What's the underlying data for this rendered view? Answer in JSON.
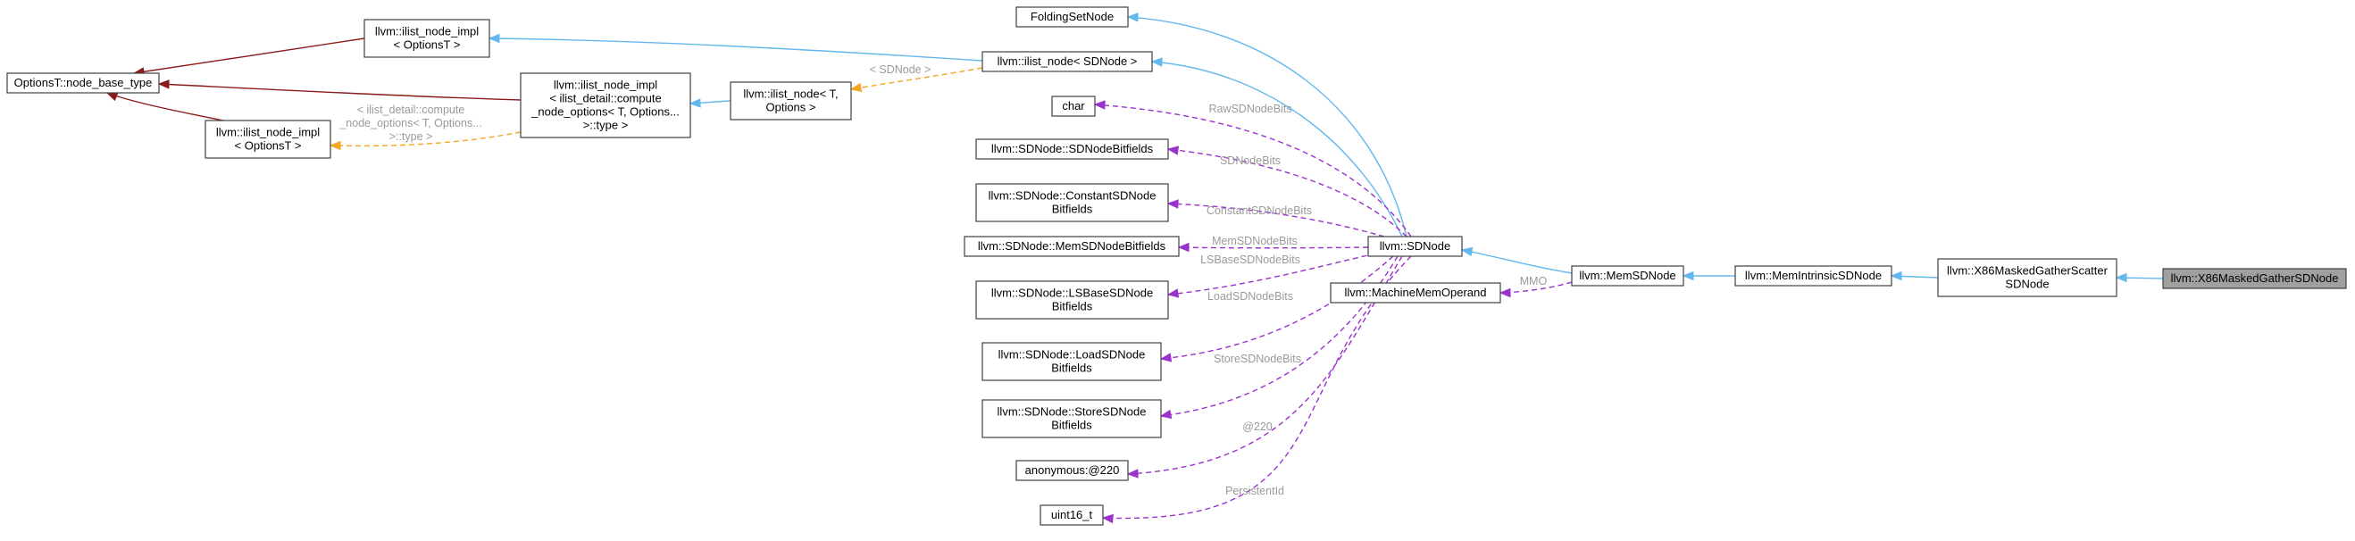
{
  "colors": {
    "inherit_public": "#63b8ee",
    "inherit_base": "#8b1a1a",
    "member": "#9a32cd",
    "template": "#f5a623",
    "label": "#9a9a9a",
    "highlight_fill": "#a0a0a0"
  },
  "nodes": [
    {
      "id": "n_options",
      "lines": [
        "OptionsT::node_base_type"
      ],
      "highlight": false
    },
    {
      "id": "n_ilist_impl_top",
      "lines": [
        "llvm::ilist_node_impl",
        "< OptionsT >"
      ],
      "highlight": false
    },
    {
      "id": "n_ilist_impl_mid",
      "lines": [
        "llvm::ilist_node_impl",
        "< ilist_detail::compute",
        "_node_options< T, Options...",
        ">::type >"
      ],
      "highlight": false
    },
    {
      "id": "n_ilist_impl_bot",
      "lines": [
        "llvm::ilist_node_impl",
        "< OptionsT >"
      ],
      "highlight": false
    },
    {
      "id": "n_ilist_node_t",
      "lines": [
        "llvm::ilist_node< T,",
        "Options >"
      ],
      "highlight": false
    },
    {
      "id": "n_folding",
      "lines": [
        "FoldingSetNode"
      ],
      "highlight": false
    },
    {
      "id": "n_ilist_sdnode",
      "lines": [
        "llvm::ilist_node< SDNode >"
      ],
      "highlight": false
    },
    {
      "id": "n_char",
      "lines": [
        "char"
      ],
      "highlight": false
    },
    {
      "id": "n_sdbitfields",
      "lines": [
        "llvm::SDNode::SDNodeBitfields"
      ],
      "highlight": false
    },
    {
      "id": "n_constbits",
      "lines": [
        "llvm::SDNode::ConstantSDNode",
        "Bitfields"
      ],
      "highlight": false
    },
    {
      "id": "n_membits",
      "lines": [
        "llvm::SDNode::MemSDNodeBitfields"
      ],
      "highlight": false
    },
    {
      "id": "n_lsbits",
      "lines": [
        "llvm::SDNode::LSBaseSDNode",
        "Bitfields"
      ],
      "highlight": false
    },
    {
      "id": "n_loadbits",
      "lines": [
        "llvm::SDNode::LoadSDNode",
        "Bitfields"
      ],
      "highlight": false
    },
    {
      "id": "n_storebits",
      "lines": [
        "llvm::SDNode::StoreSDNode",
        "Bitfields"
      ],
      "highlight": false
    },
    {
      "id": "n_anon",
      "lines": [
        "anonymous:@220"
      ],
      "highlight": false
    },
    {
      "id": "n_uint16",
      "lines": [
        "uint16_t"
      ],
      "highlight": false
    },
    {
      "id": "n_sdnode",
      "lines": [
        "llvm::SDNode"
      ],
      "highlight": false
    },
    {
      "id": "n_mmo",
      "lines": [
        "llvm::MachineMemOperand"
      ],
      "highlight": false
    },
    {
      "id": "n_memsdnode",
      "lines": [
        "llvm::MemSDNode"
      ],
      "highlight": false
    },
    {
      "id": "n_memintr",
      "lines": [
        "llvm::MemIntrinsicSDNode"
      ],
      "highlight": false
    },
    {
      "id": "n_x86scatter",
      "lines": [
        "llvm::X86MaskedGatherScatter",
        "SDNode"
      ],
      "highlight": false
    },
    {
      "id": "n_x86gather",
      "lines": [
        "llvm::X86MaskedGatherSDNode"
      ],
      "highlight": true
    }
  ],
  "edge_labels": {
    "sdnode_tpl": "< SDNode >",
    "compute_tpl": [
      "< ilist_detail::compute",
      "_node_options< T, Options...",
      ">::type >"
    ],
    "rawbits": "RawSDNodeBits",
    "sdbits": "SDNodeBits",
    "constbits": "ConstantSDNodeBits",
    "membits": "MemSDNodeBits",
    "lsbits": "LSBaseSDNodeBits",
    "loadbits": "LoadSDNodeBits",
    "storebits": "StoreSDNodeBits",
    "anon": "@220",
    "pid": "PersistentId",
    "mmo": "MMO"
  }
}
